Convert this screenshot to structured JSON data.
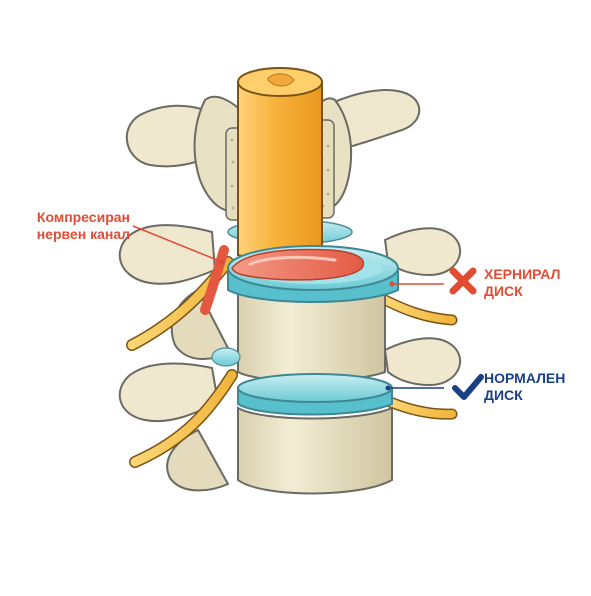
{
  "colors": {
    "compressed": "#e24c33",
    "herniated": "#e24c33",
    "normal": "#1a3f86",
    "bone_fill": "#efe8cf",
    "bone_shade": "#d8cfae",
    "bone_stroke": "#6b6a63",
    "disc_fill": "#7fd2dc",
    "disc_light": "#c9eef2",
    "cord_fill": "#f7b23a",
    "cord_light": "#ffd27a",
    "nerve": "#f7c85a",
    "herniation_red": "#e8705a"
  },
  "labels": {
    "compressed_canal": {
      "line1": "Компресиран",
      "line2": "нервен канал"
    },
    "herniated_disc": {
      "line1": "ХЕРНИРАЛ",
      "line2": "ДИСК"
    },
    "normal_disc": {
      "line1": "НОРМАЛЕН",
      "line2": "ДИСК"
    }
  },
  "icons": {
    "herniated_marker": "x-icon",
    "normal_marker": "check-icon"
  }
}
